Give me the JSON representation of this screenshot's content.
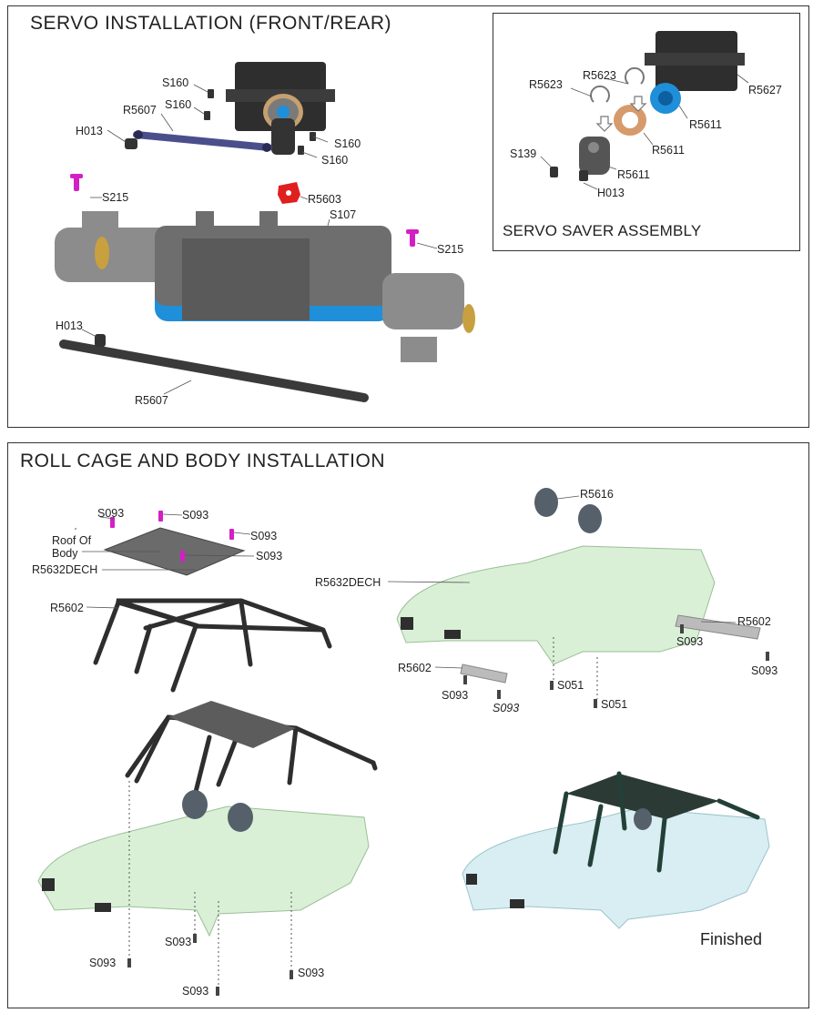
{
  "servo_section": {
    "title": "SERVO INSTALLATION (FRONT/REAR)",
    "labels": {
      "s160_a": "S160",
      "s160_b": "S160",
      "s160_c": "S160",
      "s160_d": "S160",
      "r5607_top": "R5607",
      "h013_top": "H013",
      "s215_left": "S215",
      "s215_right": "S215",
      "r5603": "R5603",
      "s107": "S107",
      "h013_bottom": "H013",
      "r5607_bottom": "R5607"
    }
  },
  "saver_section": {
    "title": "SERVO SAVER ASSEMBLY",
    "labels": {
      "r5623_a": "R5623",
      "r5623_b": "R5623",
      "r5627": "R5627",
      "r5611_a": "R5611",
      "r5611_b": "R5611",
      "r5611_c": "R5611",
      "s139": "S139",
      "h013": "H013"
    }
  },
  "body_section": {
    "title": "ROLL CAGE AND BODY INSTALLATION",
    "labels": {
      "s093_1": "S093",
      "s093_2": "S093",
      "s093_3": "S093",
      "s093_4": "S093",
      "roof_line1": "Roof Of",
      "roof_line2": "Body",
      "r5632dech_left": "R5632DECH",
      "r5602_left": "R5602",
      "r5616": "R5616",
      "r5632dech_right": "R5632DECH",
      "r5602_right": "R5602",
      "s093_5": "S093",
      "s093_6": "S093",
      "r5602_mid": "R5602",
      "s093_7": "S093",
      "s093_8": "S093",
      "s051_a": "S051",
      "s051_b": "S051",
      "s093_b1": "S093",
      "s093_b2": "S093",
      "s093_b3": "S093",
      "s093_b4": "S093"
    },
    "finished": "Finished"
  },
  "colors": {
    "border": "#333333",
    "part_dark": "#3a3a3a",
    "part_gray": "#8a8a8a",
    "axle_blue": "#1e8fd8",
    "screw_magenta": "#d41fc4",
    "mount_red": "#e01f1f",
    "body_green": "#d9f0d6",
    "body_blue": "#d8eef2",
    "bronze": "#d79a6a"
  }
}
